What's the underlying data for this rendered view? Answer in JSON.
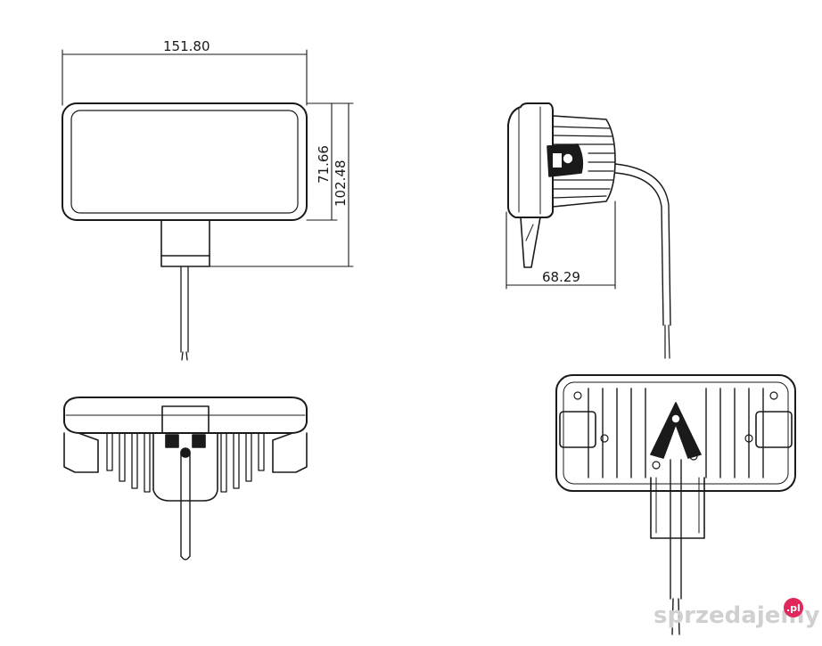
{
  "dimensions": {
    "front_width": "151.80",
    "front_height_lens": "71.66",
    "front_height_total": "102.48",
    "side_depth": "68.29"
  },
  "watermark": {
    "name": "sprzedajemy",
    "domain": ".pl"
  },
  "colors": {
    "line": "#1a1a1a",
    "background": "#ffffff",
    "watermark": "#d0d0d0",
    "watermark_badge": "#e0285a"
  }
}
